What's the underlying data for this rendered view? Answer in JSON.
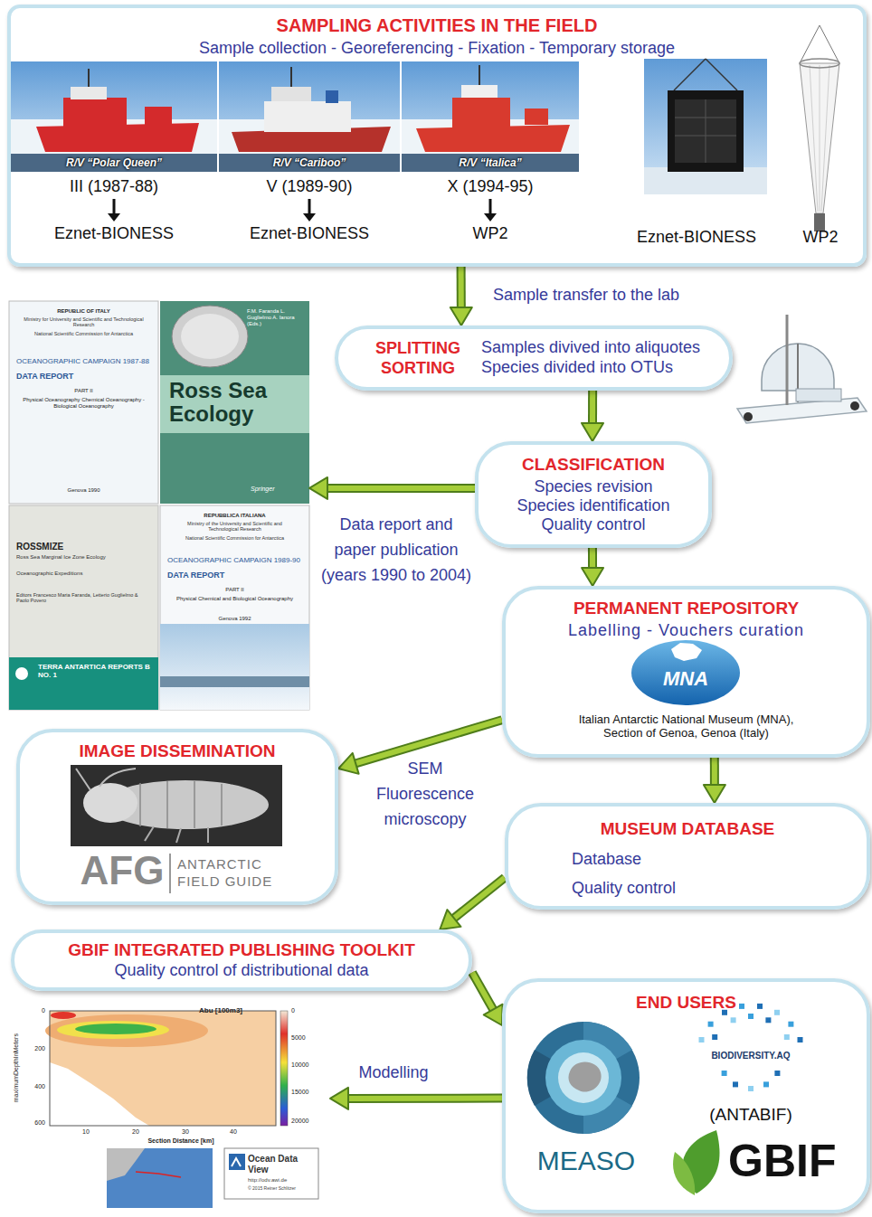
{
  "diagram": {
    "nodes": [
      {
        "text": [
          "SAMPLING ACTIVITIES IN THE FIELD",
          "Sample collection - Georeferencing - Fixation - Temporary storage"
        ]
      },
      {
        "text": [
          "SPLITTING SORTING",
          "Samples divived into aliquotes",
          "Species divided into OTUs"
        ]
      },
      {
        "text": [
          "CLASSIFICATION",
          "Species revision",
          "Species identification",
          "Quality control"
        ]
      },
      {
        "text": [
          "REPUBLIC OF ITALY",
          "Ministry for University and Scientific and Technological Research",
          "National Scientific Commission for Antarctica",
          "OCEANOGRAPHIC CAMPAIGN 1987-88",
          "DATA REPORT",
          "PART II",
          "Physical Oceanography Chemical Oceanography - Biological Oceanography",
          "Genova 1990"
        ]
      },
      {
        "text": [
          "F.M. Faranda L. Guglielmo A. Ianora (Eds.)",
          "Ross Sea Ecology",
          "Springer"
        ]
      },
      {
        "text": [
          "ROSSMIZE",
          "Ross Sea Marginal Ice Zone Ecology",
          "Oceanographic Expeditions",
          "Editors Francesco Maria Faranda, Letterio Guglielmo & Paolo Povero",
          "TERRA ANTARTICA REPORTS B NO. 1"
        ]
      },
      {
        "text": [
          "REPUBBLICA ITALIANA",
          "Ministry of the University and Scientific and Technological Research",
          "National Scientific Commission for Antarctica",
          "OCEANOGRAPHIC CAMPAIGN 1989-90",
          "DATA REPORT",
          "PART II",
          "Physical Chemical and Biological Oceanography",
          "Genova 1992"
        ]
      },
      {
        "text": [
          "PERMANENT REPOSITORY",
          "Labelling - Vouchers curation",
          "Italian Antarctic National Museum (MNA), Section of Genoa, Genoa (Italy)"
        ]
      },
      {
        "text": [
          "IMAGE DISSEMINATION"
        ]
      },
      {
        "text": [
          "MUSEUM DATABASE",
          "Database",
          "Quality control"
        ]
      },
      {
        "text": [
          "GBIF INTEGRATED PUBLISHING TOOLKIT",
          "Quality control of distributional data"
        ]
      },
      {
        "text": [
          "END USERS"
        ]
      },
      {
        "text": [
          "Abu [100m3]"
        ]
      },
      {
        "text": [
          "Ocean Data View",
          "http://odv.awi.de",
          "© 2015 Reiner Schlitzer"
        ]
      }
    ],
    "edges": [
      {
        "from": 0,
        "to": 1,
        "arrow": "to",
        "label": "Sample transfer to the lab"
      },
      {
        "from": 1,
        "to": 2,
        "arrow": "to"
      },
      {
        "from": 2,
        "to": 4,
        "arrow": "to",
        "label": "Data report and paper publication (years 1990 to 2004)"
      },
      {
        "from": 2,
        "to": 7,
        "arrow": "to"
      },
      {
        "from": 7,
        "to": 8,
        "arrow": "to",
        "label": "SEM Fluorescence microscopy"
      },
      {
        "from": 7,
        "to": 9,
        "arrow": "to"
      },
      {
        "from": 9,
        "to": 10,
        "arrow": "to"
      },
      {
        "from": 10,
        "to": 11,
        "arrow": "to"
      },
      {
        "from": 11,
        "to": 12,
        "arrow": "to",
        "label": "Modelling"
      }
    ],
    "labels": [
      "R/V “Polar Queen”",
      "R/V “Cariboo”",
      "R/V “Italica”",
      "III (1987-88)",
      "V (1989-90)",
      "X (1994-95)",
      "Eznet-BIONESS",
      "Eznet-BIONESS",
      "WP2",
      "Eznet-BIONESS",
      "WP2",
      "MNA",
      "AFG",
      "ANTARCTIC FIELD GUIDE",
      "MEASO",
      "BIODIVERSITY.AQ",
      "(ANTABIF)",
      "GBIF",
      "maximumDepthInMeters",
      "0",
      "200",
      "400",
      "600",
      "10",
      "20",
      "30",
      "40",
      "Section Distance [km]",
      "0",
      "5000",
      "10000",
      "15000",
      "20000"
    ]
  }
}
